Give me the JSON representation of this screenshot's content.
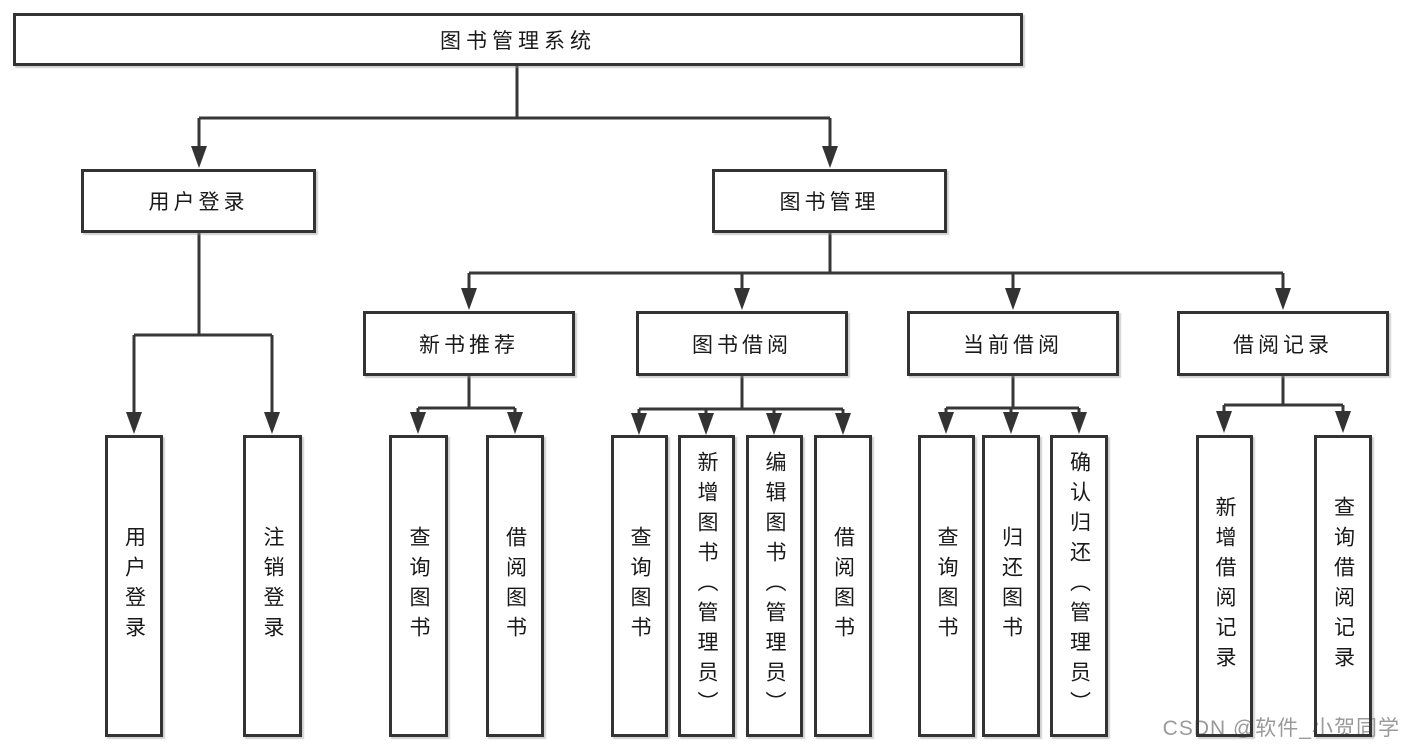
{
  "diagram": {
    "root": {
      "label": "图书管理系统"
    },
    "level1": [
      {
        "label": "用户登录",
        "children": [
          {
            "label": "用户登录"
          },
          {
            "label": "注销登录"
          }
        ]
      },
      {
        "label": "图书管理",
        "children": [
          {
            "label": "新书推荐",
            "children": [
              {
                "label": "查询图书"
              },
              {
                "label": "借阅图书"
              }
            ]
          },
          {
            "label": "图书借阅",
            "children": [
              {
                "label": "查询图书"
              },
              {
                "label": "新增图书（管理员）"
              },
              {
                "label": "编辑图书（管理员）"
              },
              {
                "label": "借阅图书"
              }
            ]
          },
          {
            "label": "当前借阅",
            "children": [
              {
                "label": "查询图书"
              },
              {
                "label": "归还图书"
              },
              {
                "label": "确认归还（管理员）"
              }
            ]
          },
          {
            "label": "借阅记录",
            "children": [
              {
                "label": "新增借阅记录"
              },
              {
                "label": "查询借阅记录"
              }
            ]
          }
        ]
      }
    ]
  },
  "watermark": {
    "text": "CSDN @软件_小贺同学"
  }
}
